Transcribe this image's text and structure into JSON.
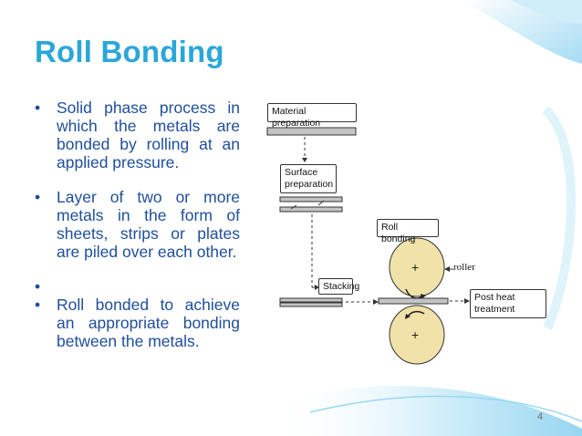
{
  "slide": {
    "title": "Roll Bonding",
    "page_number": "4",
    "bullets": [
      {
        "text": "Solid phase process in which the metals are bonded by rolling at an applied pressure."
      },
      {
        "text": "Layer of two or more metals in the form of sheets, strips or plates are piled over each other."
      },
      {
        "text": ""
      },
      {
        "text": "Roll bonded to achieve an appropriate bonding between the metals."
      }
    ],
    "bullet_symbol": "•"
  },
  "diagram": {
    "material_preparation": "Material preparation",
    "surface_preparation_line1": "Surface",
    "surface_preparation_line2": "preparation",
    "stacking": "Stacking",
    "roll_bonding": "Roll bonding",
    "roller_label": "roller",
    "post_heat_line1": "Post heat",
    "post_heat_line2": "treatment",
    "plus_top": "+",
    "plus_bottom": "+",
    "roller_color": "#f1e2a9"
  },
  "colors": {
    "title": "#2aa7d9",
    "body_text": "#1f4e9a",
    "wave": "#1aa0dc"
  }
}
